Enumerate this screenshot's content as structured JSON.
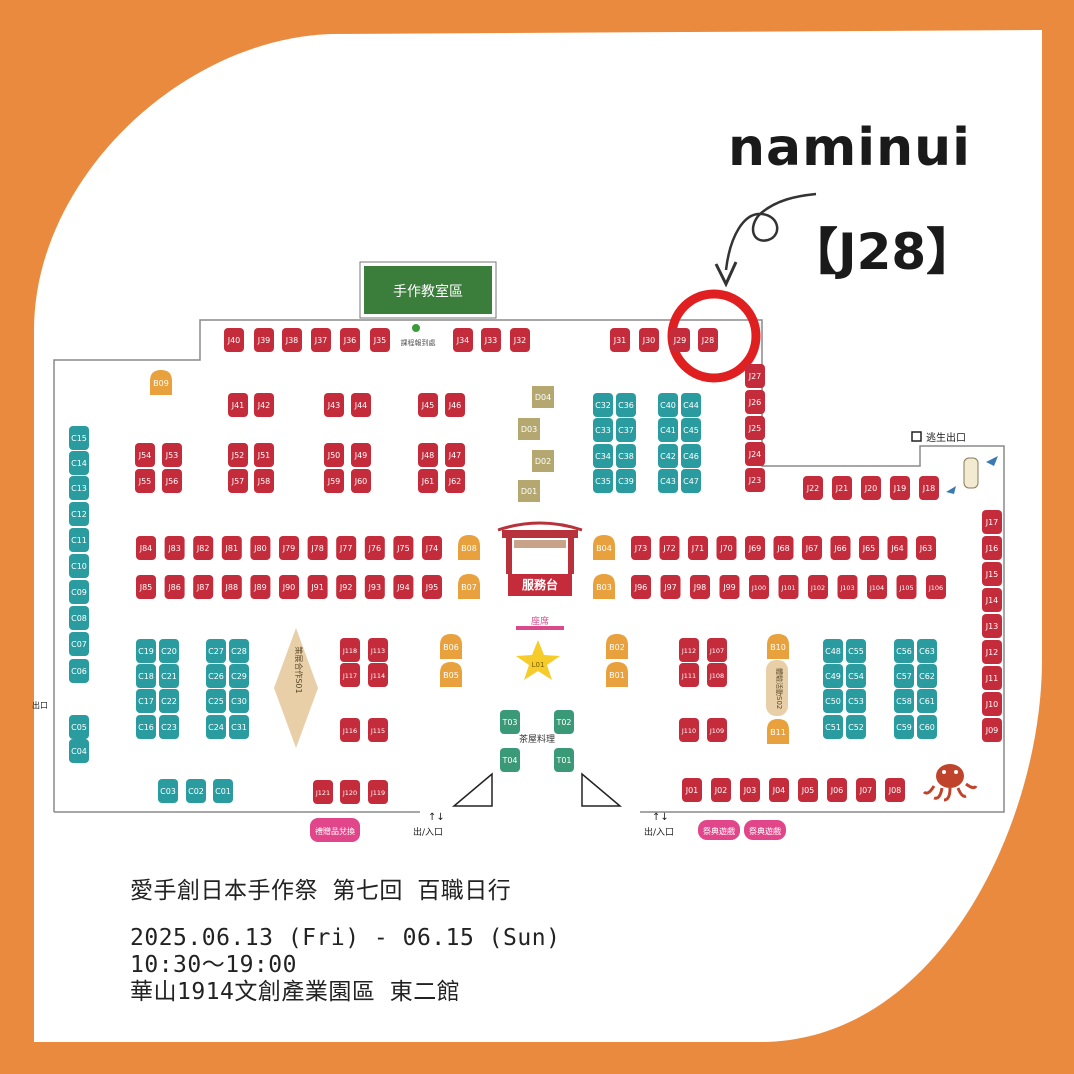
{
  "brand": "naminui",
  "booth_label": "【J28】",
  "highlight_booth": "J28",
  "map": {
    "classroom": "手作教室區",
    "checkin": "課程報到處",
    "service_desk": "服務台",
    "seating": "座席",
    "tea_house": "茶屋料理",
    "emergency_exit": "逃生出口",
    "entrance": "出/入口",
    "left_exit": "出口",
    "gift_exchange": "禮贈品兌換",
    "festival_game": "祭典遊戲",
    "s01_label": "策展合作S01",
    "s02_label": "體驗活動S02",
    "l01": "L01"
  },
  "booths": {
    "j_top_row": [
      "J40",
      "J39",
      "J38",
      "J37",
      "J36",
      "J35",
      "J34",
      "J33",
      "J32",
      "J31",
      "J30",
      "J29",
      "J28"
    ],
    "j_right_col": [
      "J27",
      "J26",
      "J25",
      "J24",
      "J23"
    ],
    "j_right_row": [
      "J22",
      "J21",
      "J20",
      "J19",
      "J18"
    ],
    "j_far_right": [
      "J17",
      "J16",
      "J15",
      "J14",
      "J13",
      "J12",
      "J11",
      "J10",
      "J09"
    ],
    "j_bottom": [
      "J01",
      "J02",
      "J03",
      "J04",
      "J05",
      "J06",
      "J07",
      "J08"
    ],
    "j_row1": [
      "J84",
      "J83",
      "J82",
      "J81",
      "J80",
      "J79",
      "J78",
      "J77",
      "J76",
      "J75",
      "J74"
    ],
    "j_row2": [
      "J85",
      "J86",
      "J87",
      "J88",
      "J89",
      "J90",
      "J91",
      "J92",
      "J93",
      "J94",
      "J95"
    ],
    "j_row1_right": [
      "J73",
      "J72",
      "J71",
      "J70",
      "J69",
      "J68",
      "J67",
      "J66",
      "J65",
      "J64",
      "J63"
    ],
    "j_row2_right": [
      "J96",
      "J97",
      "J98",
      "J99",
      "J100",
      "J101",
      "J102",
      "J103",
      "J104",
      "J105",
      "J106"
    ],
    "j_mid_pairs": [
      "J41",
      "J42",
      "J43",
      "J44",
      "J45",
      "J46",
      "J54",
      "J53",
      "J52",
      "J51",
      "J50",
      "J49",
      "J48",
      "J47",
      "J55",
      "J56",
      "J57",
      "J58",
      "J59",
      "J60",
      "J61",
      "J62"
    ],
    "j_lower": [
      "J118",
      "J113",
      "J117",
      "J114",
      "J116",
      "J115",
      "J121",
      "J120",
      "J119",
      "J112",
      "J107",
      "J111",
      "J108",
      "J110",
      "J109"
    ],
    "c_left": [
      "C15",
      "C14",
      "C13",
      "C12",
      "C11",
      "C10",
      "C09",
      "C08",
      "C07",
      "C06",
      "C05",
      "C04"
    ],
    "c_upper": [
      "C32",
      "C36",
      "C33",
      "C37",
      "C34",
      "C38",
      "C35",
      "C39",
      "C40",
      "C44",
      "C41",
      "C45",
      "C42",
      "C46",
      "C43",
      "C47"
    ],
    "c_lower": [
      "C19",
      "C20",
      "C18",
      "C21",
      "C17",
      "C22",
      "C16",
      "C23",
      "C27",
      "C28",
      "C26",
      "C29",
      "C25",
      "C30",
      "C24",
      "C31",
      "C03",
      "C02",
      "C01"
    ],
    "c_lower_right": [
      "C48",
      "C55",
      "C49",
      "C54",
      "C50",
      "C53",
      "C51",
      "C52",
      "C56",
      "C63",
      "C57",
      "C62",
      "C58",
      "C61",
      "C59",
      "C60"
    ],
    "b": [
      "B09",
      "B08",
      "B07",
      "B04",
      "B03",
      "B06",
      "B05",
      "B02",
      "B01",
      "B10",
      "B11"
    ],
    "d": [
      "D04",
      "D03",
      "D02",
      "D01"
    ],
    "t": [
      "T03",
      "T02",
      "T04",
      "T01"
    ]
  },
  "event": {
    "title": "愛手創日本手作祭 第七回 百職日行",
    "dates": "2025.06.13 (Fri) - 06.15 (Sun)",
    "hours": "10:30～19:00",
    "venue": "華山1914文創產業園區 東二館"
  },
  "colors": {
    "background": "#ea8a3e",
    "j_booth": "#c42b3b",
    "c_booth": "#2a9ca0",
    "b_booth": "#e8a13c",
    "d_booth": "#b4a870",
    "t_booth": "#3a9a78",
    "classroom": "#3b7d3a",
    "highlight": "#e02020"
  }
}
